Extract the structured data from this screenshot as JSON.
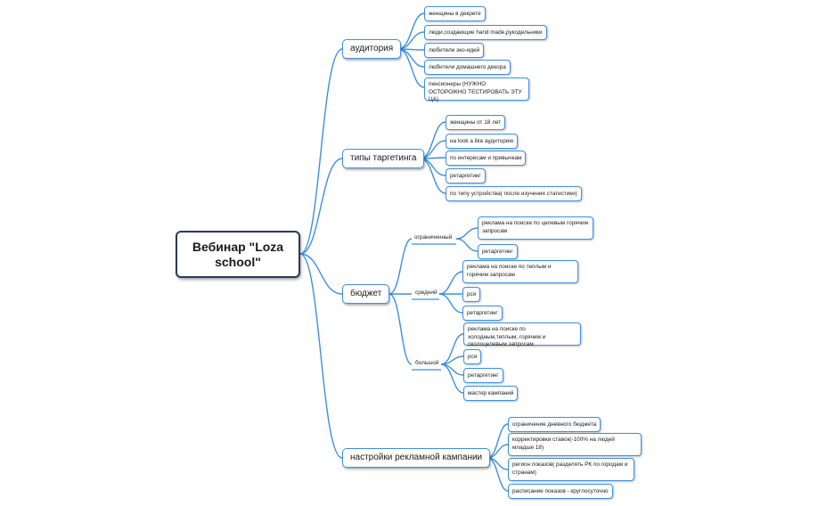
{
  "root": "Вебинар  \"Loza\nschool\"",
  "audience": {
    "title": "аудитория",
    "items": [
      "женщины в декрете",
      "люди,создающие hand made,рукодельники",
      "любители эко-идей",
      "любители домашнего декора",
      "пенсионеры (НУЖНО ОСТОРОЖНО ТЕСТИРОВАТЬ ЭТУ ЦА)"
    ]
  },
  "targeting": {
    "title": "типы таргетинга",
    "items": [
      "женщины от 18 лет",
      "на look a like аудиторию",
      "по интересам и привычкам",
      "ретаргетинг",
      "по типу устройства( после изучения статистики)"
    ]
  },
  "budget": {
    "title": "бюджет",
    "limited": {
      "label": "ограниченный",
      "items": [
        "реклама на поиске по целевым горячим запросам",
        "ретаргетинг"
      ]
    },
    "medium": {
      "label": "средний",
      "items": [
        "реклама на поиске по теплым и горячим запросам",
        "рся",
        "ретаргетинг"
      ]
    },
    "large": {
      "label": "большой",
      "items": [
        "реклама на поиске по холодным,теплым, горячим и околоцелевым запросам",
        "рся",
        "ретаргетинг",
        "мастер кампаний"
      ]
    }
  },
  "settings": {
    "title": "настройки рекламной кампании",
    "items": [
      "ограничение дневного бюджета",
      "корректировки ставок(-100% на людей младше 18)",
      "регион показов( разделять РК по городам и странам)",
      "расписание показов - круглосуточно"
    ]
  },
  "colors": {
    "connector": "#3d8fe0",
    "root_border": "#2b3a55"
  }
}
